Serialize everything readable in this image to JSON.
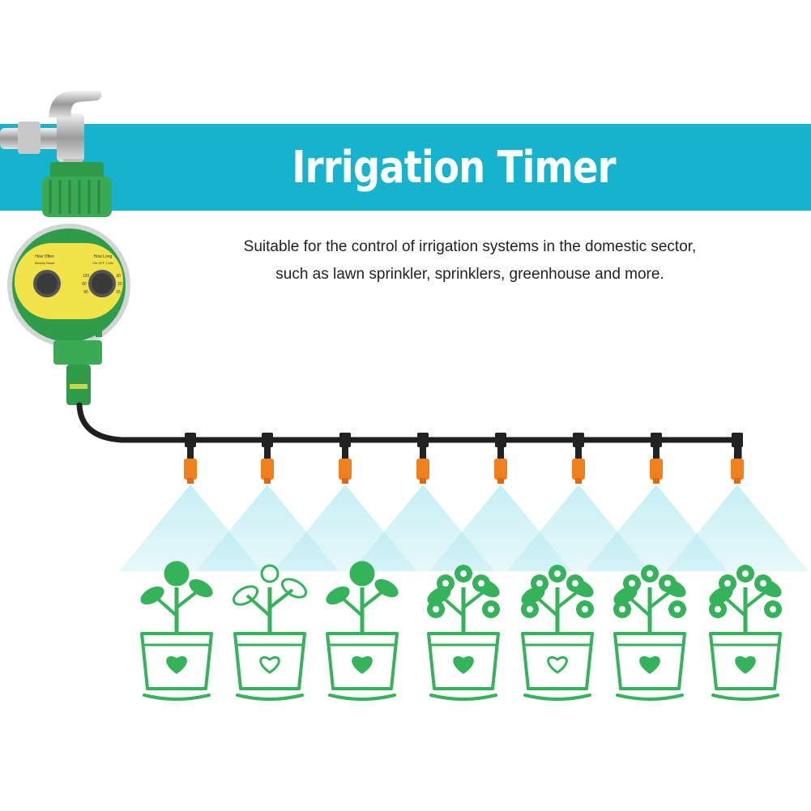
{
  "title": "Irrigation Timer",
  "description": {
    "line1": "Suitable for the control of irrigation systems in the domestic sector,",
    "line2": "such as lawn sprinkler, sprinklers, greenhouse and more."
  },
  "timer": {
    "dial1_header": "How Often",
    "dial1_sub": "Weekly  Reset",
    "dial2_header": "How Long",
    "dial2_sub": "ON  OFF  1 Min",
    "dial2_numbers": [
      "120",
      "60",
      "90",
      "30",
      "20",
      "15"
    ]
  },
  "colors": {
    "banner": "#16b3cf",
    "plant_green": "#35b35a",
    "timer_green": "#2e9c4a",
    "timer_face": "#f2e24a",
    "nozzle_orange": "#f0801e",
    "water_mist": "#8fdde8"
  },
  "icons": [
    "faucet-icon",
    "timer-icon",
    "pipe-icon",
    "nozzle-icon",
    "plant-pot-icon",
    "heart-icon"
  ]
}
